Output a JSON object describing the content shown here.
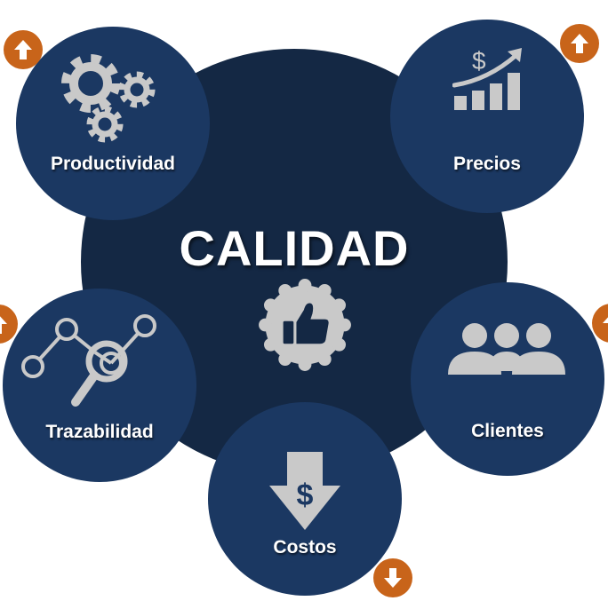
{
  "center": {
    "title": "CALIDAD",
    "icon": "thumbs-up-badge-icon"
  },
  "nodes": {
    "productividad": {
      "label": "Productividad",
      "icon": "gears-icon"
    },
    "precios": {
      "label": "Precios",
      "icon": "price-growth-chart-icon"
    },
    "trazabilidad": {
      "label": "Trazabilidad",
      "icon": "magnifier-network-icon"
    },
    "clientes": {
      "label": "Clientes",
      "icon": "people-group-icon"
    },
    "costos": {
      "label": "Costos",
      "icon": "dollar-down-arrow-icon"
    }
  },
  "indicators": {
    "productividad": "up",
    "precios": "up",
    "trazabilidad": "up",
    "clientes": "up",
    "costos": "down"
  },
  "colors": {
    "center": "#142844",
    "node": "#1b3862",
    "arrow": "#c8641a",
    "icon": "#c9c9c9",
    "text": "#ffffff"
  }
}
